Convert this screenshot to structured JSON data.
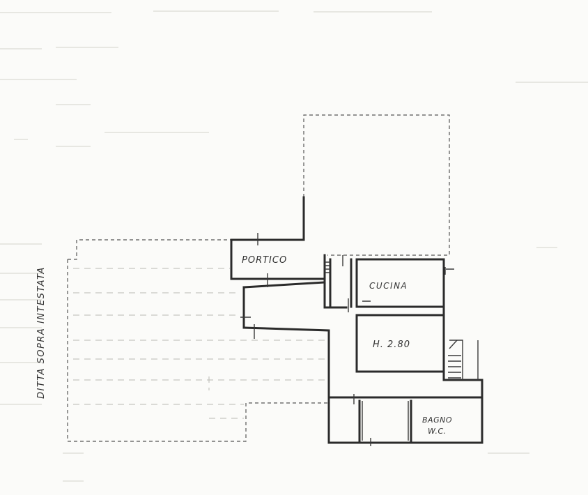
{
  "plan": {
    "side_note": "DITTA SOPRA INTESTATA",
    "rooms": {
      "portico": "PORTICO",
      "cucina": "CUCINA",
      "bagno_line1": "BAGNO",
      "bagno_line2": "W.C."
    },
    "height_note": "H. 2.80"
  },
  "colors": {
    "paper": "#fbfbf9",
    "ink": "#2b2b2b",
    "scan_noise": "#d3d3cc"
  }
}
